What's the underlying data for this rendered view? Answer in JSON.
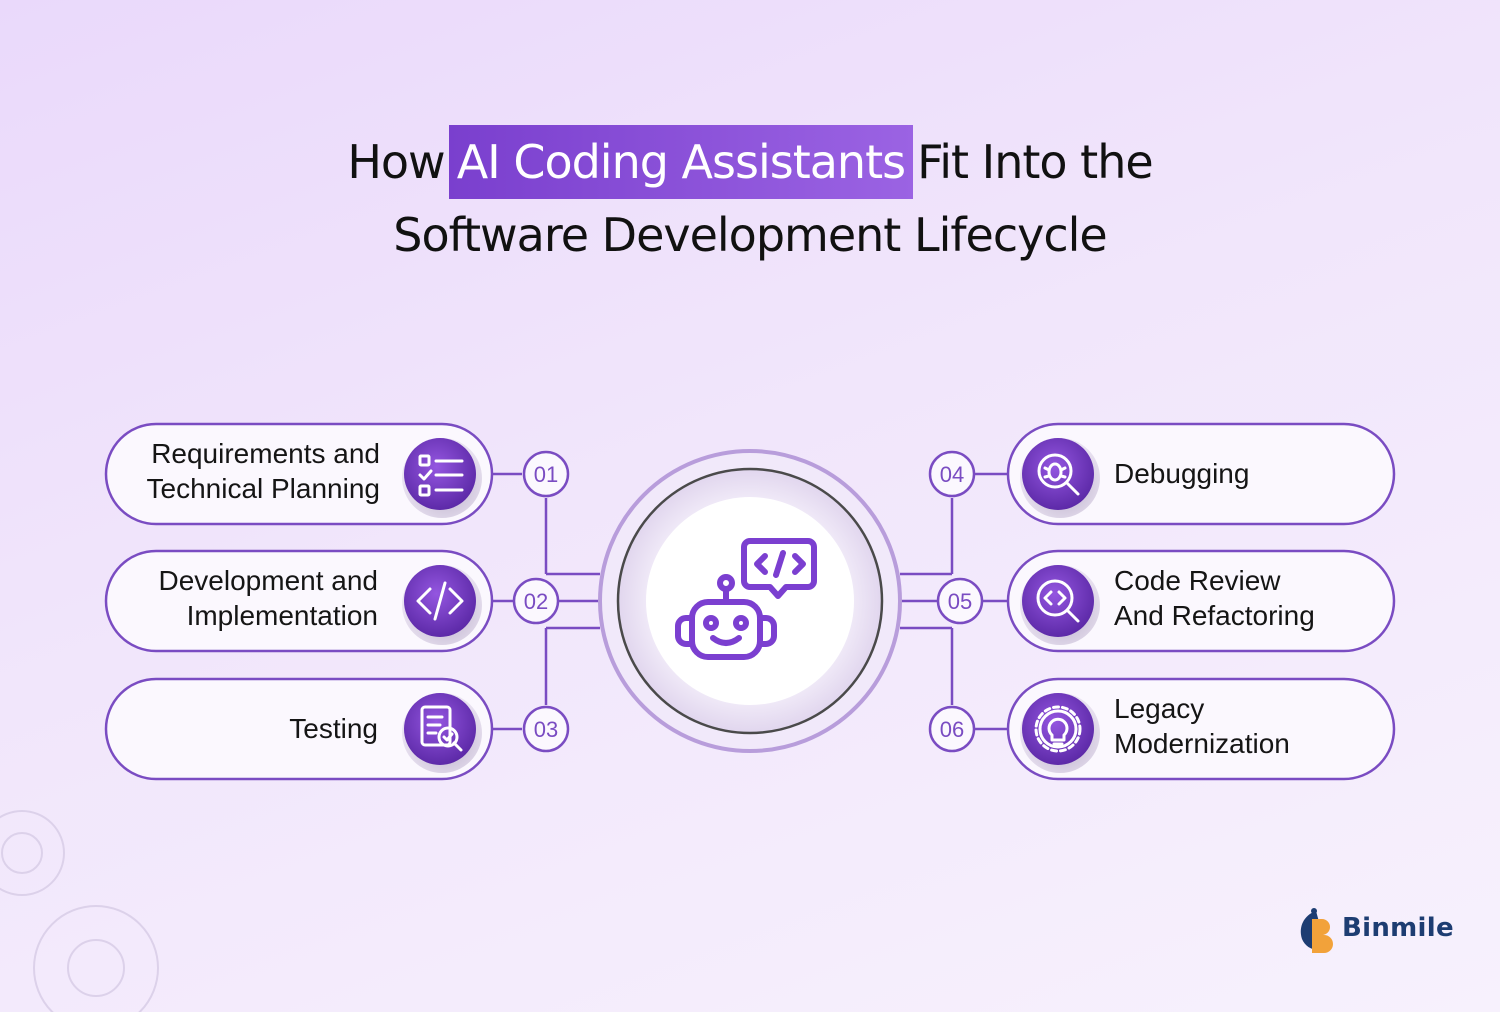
{
  "title": {
    "pre": "How",
    "highlight": "AI Coding Assistants",
    "post": "Fit Into the",
    "line2": "Software Development Lifecycle"
  },
  "steps": [
    {
      "number": "01",
      "label_line1": "Requirements and",
      "label_line2": "Technical Planning",
      "icon": "checklist-icon"
    },
    {
      "number": "02",
      "label_line1": "Development and",
      "label_line2": "Implementation",
      "icon": "code-icon"
    },
    {
      "number": "03",
      "label_line1": "Testing",
      "label_line2": "",
      "icon": "test-report-icon"
    },
    {
      "number": "04",
      "label_line1": "Debugging",
      "label_line2": "",
      "icon": "bug-search-icon"
    },
    {
      "number": "05",
      "label_line1": "Code Review",
      "label_line2": "And Refactoring",
      "icon": "code-search-icon"
    },
    {
      "number": "06",
      "label_line1": "Legacy",
      "label_line2": "Modernization",
      "icon": "gear-bulb-icon"
    }
  ],
  "center_icon": "robot-code-icon",
  "brand": {
    "name": "Binmile"
  },
  "colors": {
    "accent": "#7b3fd0",
    "accent_dark": "#5b2aa6",
    "outline": "#7a4cc2",
    "text": "#141414"
  }
}
